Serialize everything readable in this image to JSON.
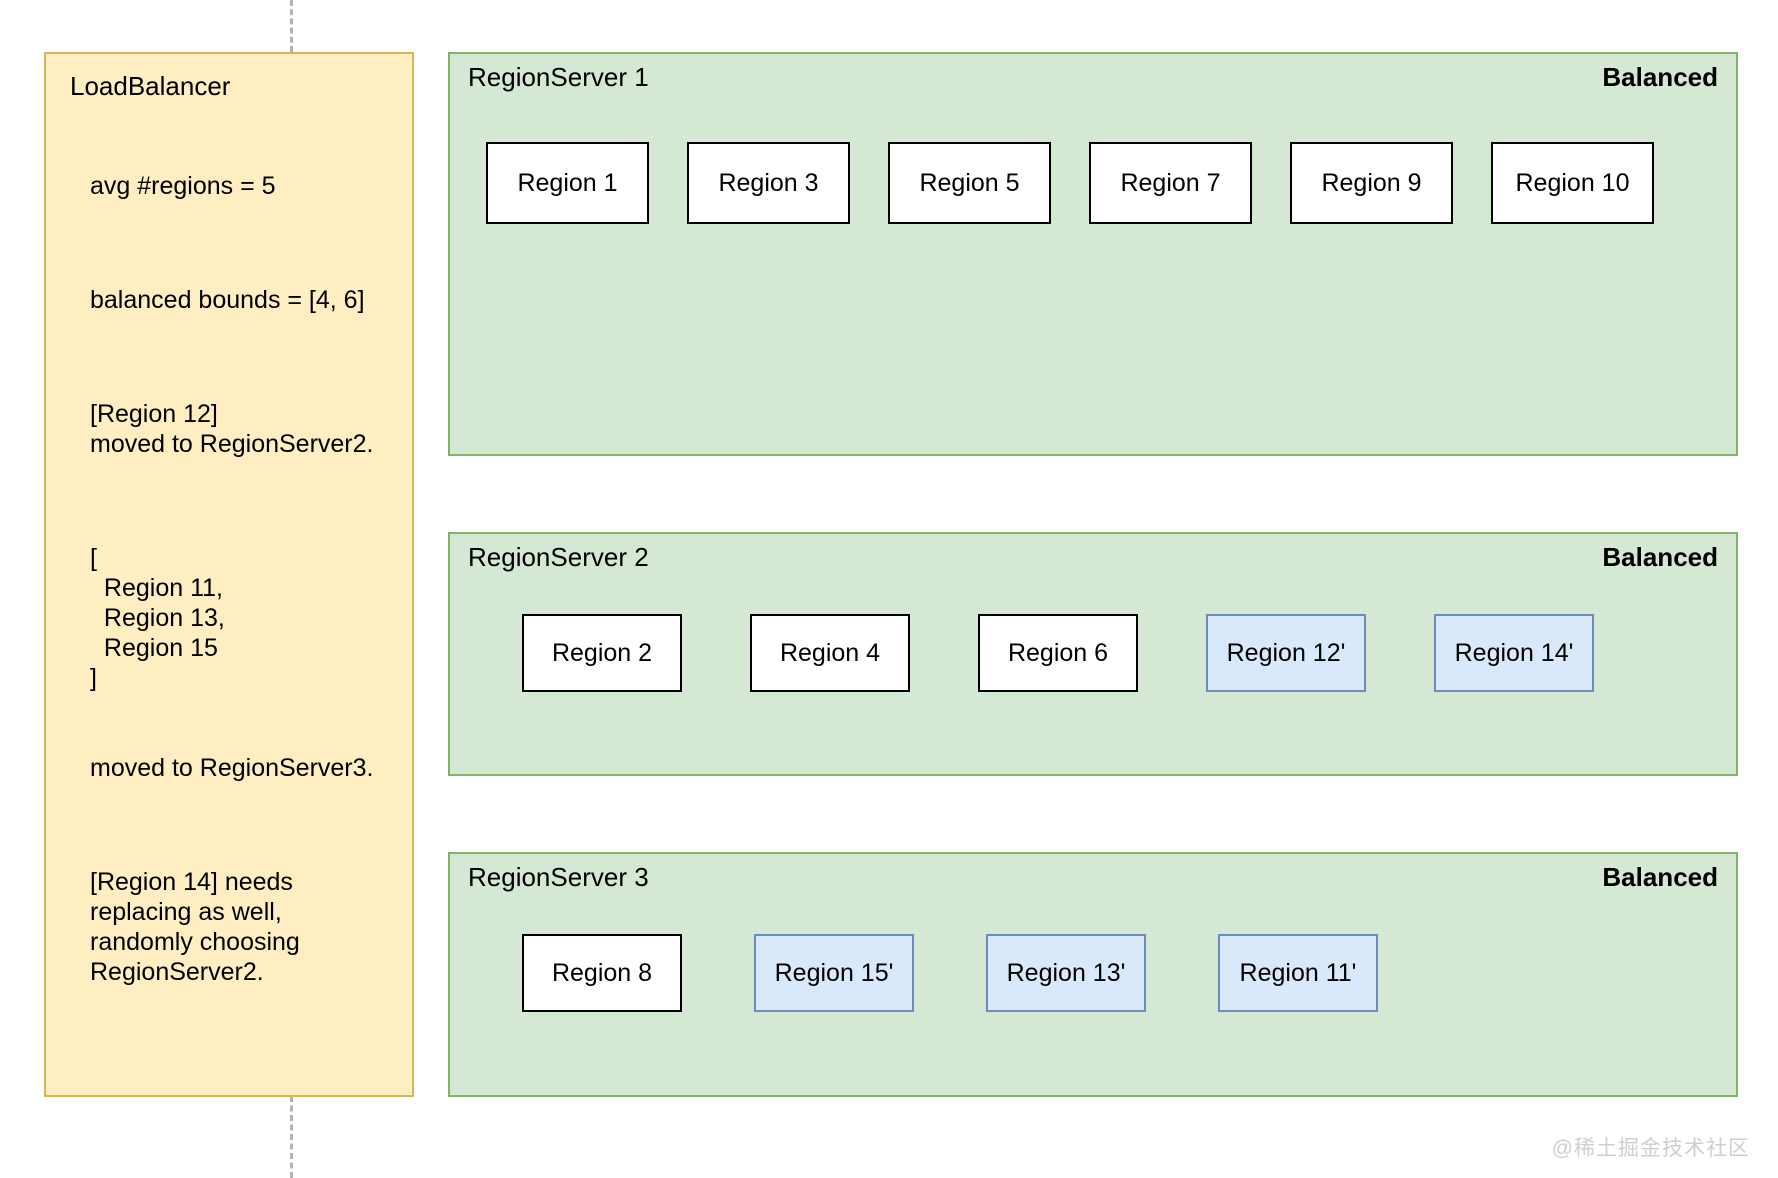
{
  "load_balancer": {
    "title": "LoadBalancer",
    "avg_regions": "avg #regions = 5",
    "balanced_bounds": "balanced bounds = [4, 6]",
    "move_1": "[Region 12]\nmoved to RegionServer2.",
    "move_2_list": "[\n  Region 11,\n  Region 13,\n  Region 15\n]",
    "move_2_dest": "moved to RegionServer3.",
    "note": "[Region 14] needs\nreplacing as well,\nrandomly choosing\nRegionServer2."
  },
  "region_servers": [
    {
      "title": "RegionServer 1",
      "status": "Balanced",
      "regions": [
        {
          "label": "Region 1",
          "moved": false
        },
        {
          "label": "Region 3",
          "moved": false
        },
        {
          "label": "Region 5",
          "moved": false
        },
        {
          "label": "Region 7",
          "moved": false
        },
        {
          "label": "Region 9",
          "moved": false
        },
        {
          "label": "Region 10",
          "moved": false
        }
      ]
    },
    {
      "title": "RegionServer 2",
      "status": "Balanced",
      "regions": [
        {
          "label": "Region 2",
          "moved": false
        },
        {
          "label": "Region 4",
          "moved": false
        },
        {
          "label": "Region 6",
          "moved": false
        },
        {
          "label": "Region 12'",
          "moved": true
        },
        {
          "label": "Region 14'",
          "moved": true
        }
      ]
    },
    {
      "title": "RegionServer 3",
      "status": "Balanced",
      "regions": [
        {
          "label": "Region 8",
          "moved": false
        },
        {
          "label": "Region 15'",
          "moved": true
        },
        {
          "label": "Region 13'",
          "moved": true
        },
        {
          "label": "Region 11'",
          "moved": true
        }
      ]
    }
  ],
  "colors": {
    "load_balancer_fill": "#ffeec2",
    "load_balancer_stroke": "#d6b656",
    "region_server_fill": "#d5e8d4",
    "region_server_stroke": "#82b366",
    "region_fill": "#ffffff",
    "region_stroke": "#000000",
    "moved_region_fill": "#dae8fc",
    "moved_region_stroke": "#6c8ebf",
    "dashed_line": "#b3b3b3"
  },
  "watermark": "@稀土掘金技术社区"
}
